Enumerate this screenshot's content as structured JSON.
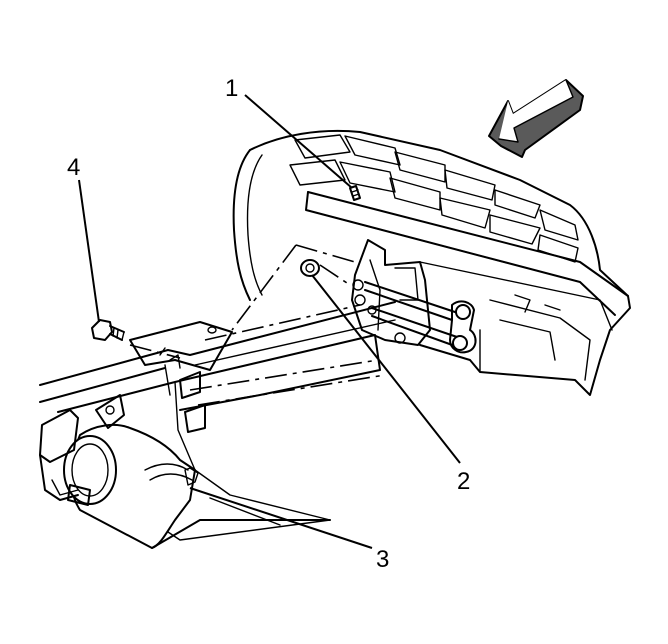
{
  "callouts": {
    "c1": "1",
    "c2": "2",
    "c3": "3",
    "c4": "4"
  },
  "colors": {
    "line": "#000000",
    "background": "#ffffff",
    "arrow_fill": "#5a5a5a"
  }
}
